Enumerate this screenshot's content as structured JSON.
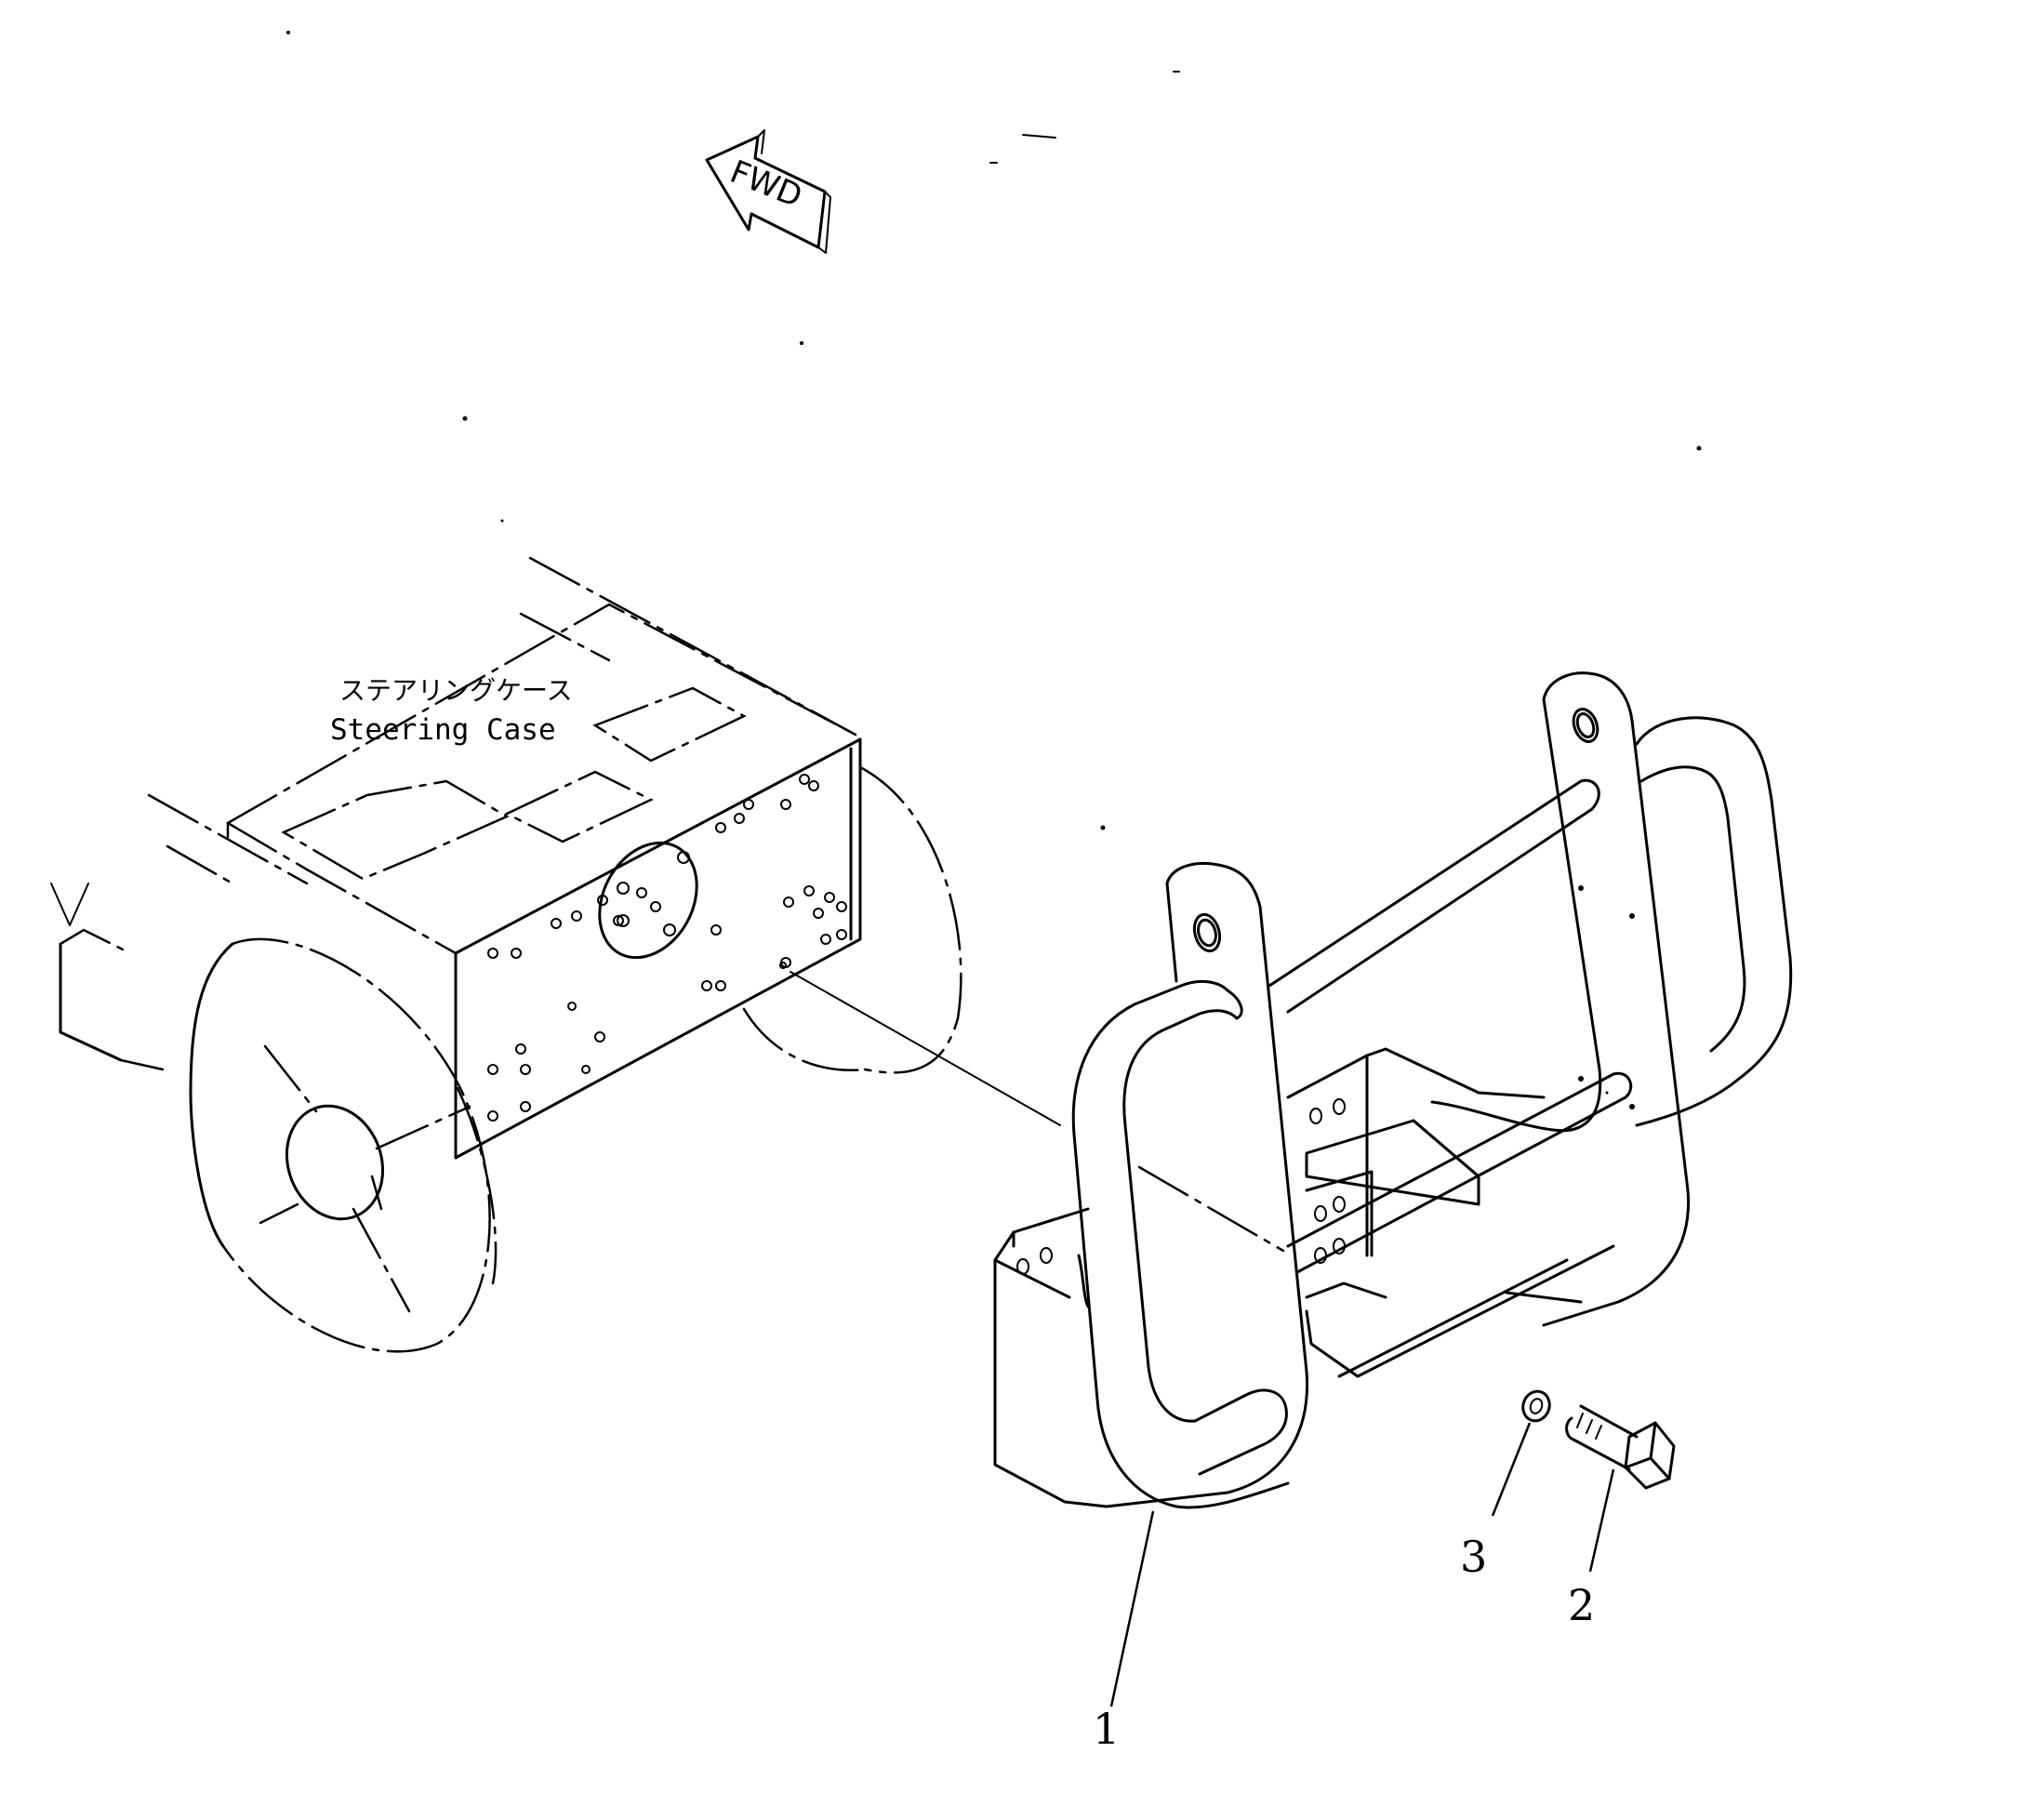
{
  "direction_arrow": {
    "label": "FWD"
  },
  "component_label": {
    "japanese": "ステアリングケース",
    "english": "Steering Case"
  },
  "callouts": [
    {
      "id": "part-1",
      "number": "1"
    },
    {
      "id": "part-2",
      "number": "2"
    },
    {
      "id": "part-3",
      "number": "3"
    }
  ]
}
